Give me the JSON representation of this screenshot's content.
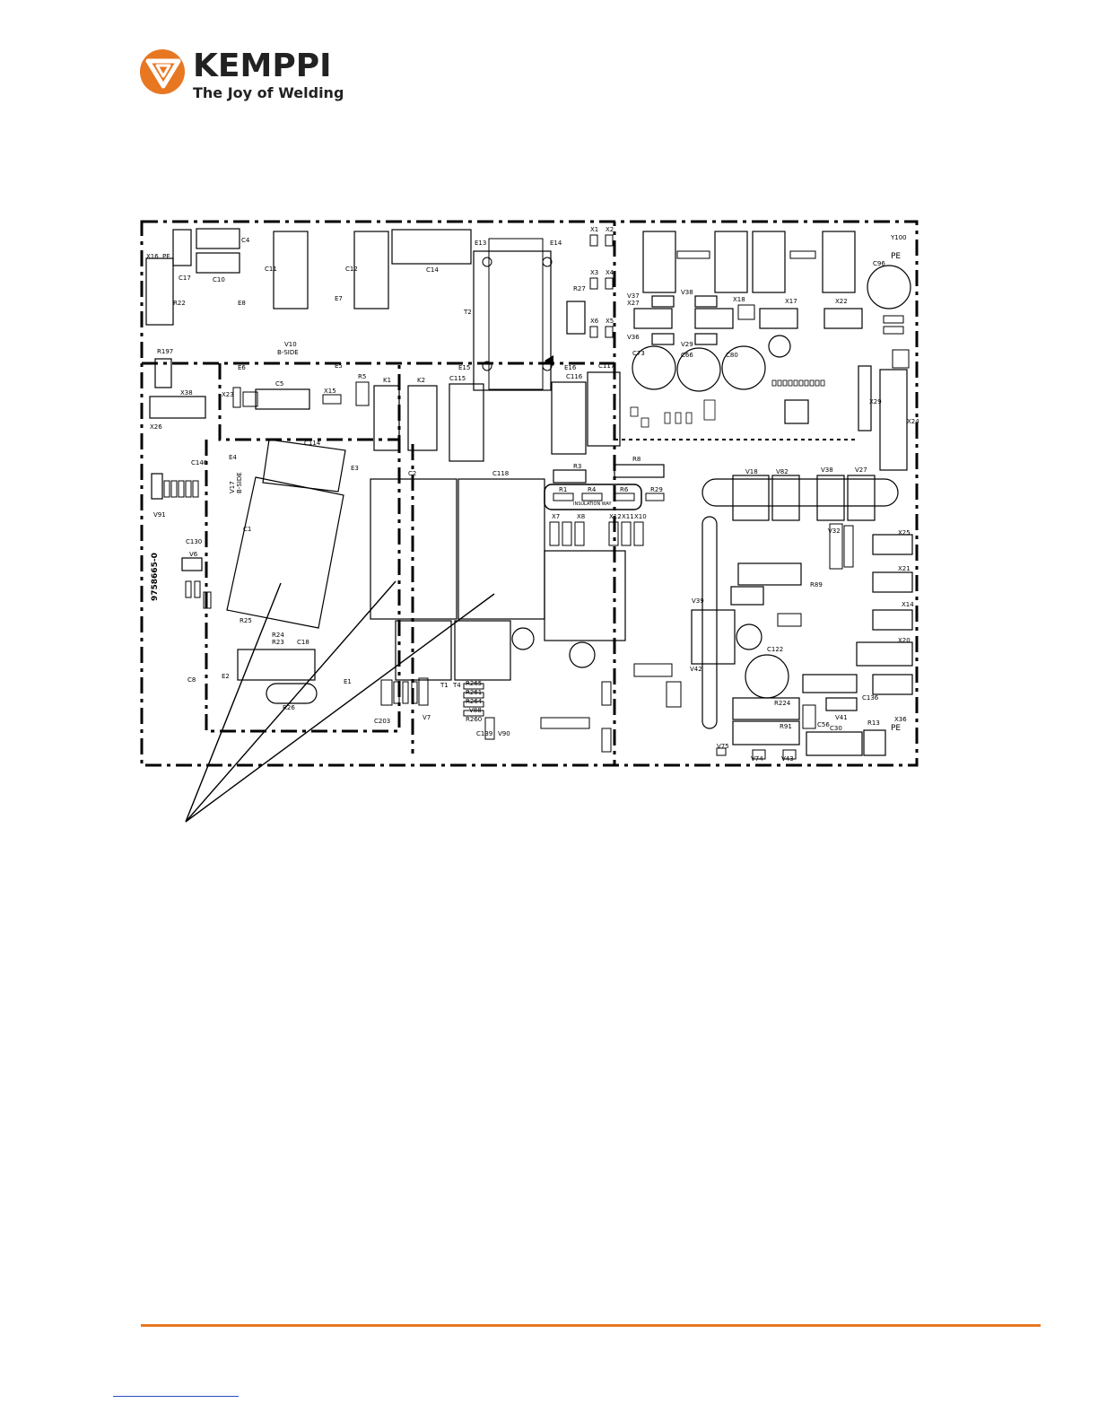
{
  "header": {
    "brand": "KEMPPI",
    "tagline": "The Joy of Welding",
    "brand_color": "#e87722"
  },
  "board": {
    "part_number": "9758665-0",
    "b_side_1": "V10",
    "b_side_1_text": "B-SIDE",
    "b_side_2": "V17",
    "b_side_2_text": "B-SIDE",
    "insulation": "INSULATION WAY",
    "labels": {
      "x16": "X16",
      "pe1": "PE",
      "c17": "C17",
      "c10": "C10",
      "c4": "C4",
      "r22": "R22",
      "c11": "C11",
      "e8": "E8",
      "c12": "C12",
      "e7": "E7",
      "c14": "C14",
      "e13": "E13",
      "e14": "E14",
      "t2": "T2",
      "r27": "R27",
      "x1": "X1",
      "x2": "X2",
      "x3": "X3",
      "x4": "X4",
      "x6": "X6",
      "x5": "X5",
      "e15": "E15",
      "e16": "E16",
      "c116": "C116",
      "c117": "C117",
      "r197": "R197",
      "e6": "E6",
      "e5": "E5",
      "x38": "X38",
      "x23": "X23",
      "c5": "C5",
      "x15": "X15",
      "r5": "R5",
      "k1": "K1",
      "k2": "K2",
      "c115": "C115",
      "x26": "X26",
      "c114": "C114",
      "e3": "E3",
      "e4": "E4",
      "c140": "C140",
      "v91": "V91",
      "c130": "C130",
      "v6": "V6",
      "c1": "C1",
      "r25": "R25",
      "r24": "R24",
      "r23": "R23",
      "c18": "C18",
      "e2": "E2",
      "r26": "R26",
      "e1": "E1",
      "c8": "C8",
      "c2": "C2",
      "c118": "C118",
      "r3": "R3",
      "r8": "R8",
      "r1": "R1",
      "r4": "R4",
      "r6": "R6",
      "r29": "R29",
      "x7": "X7",
      "x8": "X8",
      "x12": "X12",
      "x11": "X11",
      "x10": "X10",
      "t1": "T1",
      "t4": "T4",
      "r265": "R265",
      "r261": "R261",
      "r264": "R264",
      "v88": "V88",
      "r260": "R260",
      "c139": "C139",
      "v90": "V90",
      "c203": "C203",
      "v7": "V7",
      "y100": "Y100",
      "pe2": "PE",
      "c96": "C96",
      "v37": "V37",
      "x27": "X27",
      "v38t": "V38",
      "x18": "X18",
      "x17": "X17",
      "x22": "X22",
      "v36": "V36",
      "c73": "C73",
      "v29": "V29",
      "c66": "C66",
      "c80": "C80",
      "x29": "X29",
      "x24": "X24",
      "v18": "V18",
      "v82": "V82",
      "v38": "V38",
      "v27": "V27",
      "x25": "X25",
      "x21": "X21",
      "x14": "X14",
      "x20": "X20",
      "v39": "V39",
      "v42": "V42",
      "c122": "C122",
      "r224": "R224",
      "r91": "R91",
      "c56": "C56",
      "c30": "C30",
      "r13": "R13",
      "x36": "X36",
      "pe3": "PE",
      "v41": "V41",
      "v75": "V75",
      "v74": "V74",
      "v43": "V43",
      "c136": "C136",
      "r89": "R89",
      "v32": "V32"
    }
  }
}
